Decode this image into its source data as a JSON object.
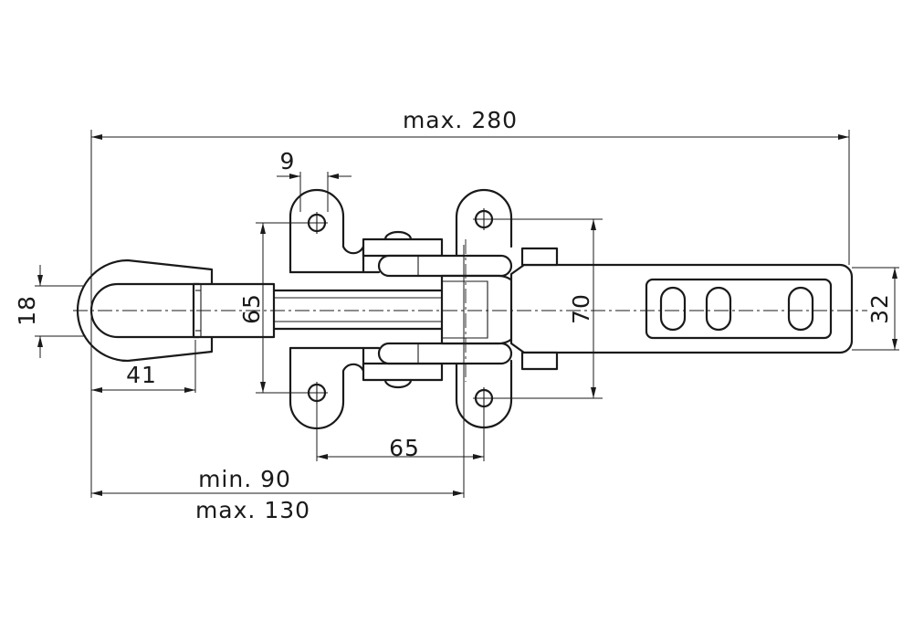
{
  "drawing": {
    "dim_overall_length": "max. 280",
    "dim_hole_diameter": "9",
    "dim_hole_spacing_left": "65",
    "dim_hole_spacing_right": "70",
    "dim_hole_pitch": "65",
    "dim_loop_width": "18",
    "dim_loop_length": "41",
    "dim_handle_width": "32",
    "dim_stroke_min": "min. 90",
    "dim_stroke_max": "max. 130"
  },
  "colors": {
    "line": "#1a1a1a",
    "background": "#ffffff"
  }
}
